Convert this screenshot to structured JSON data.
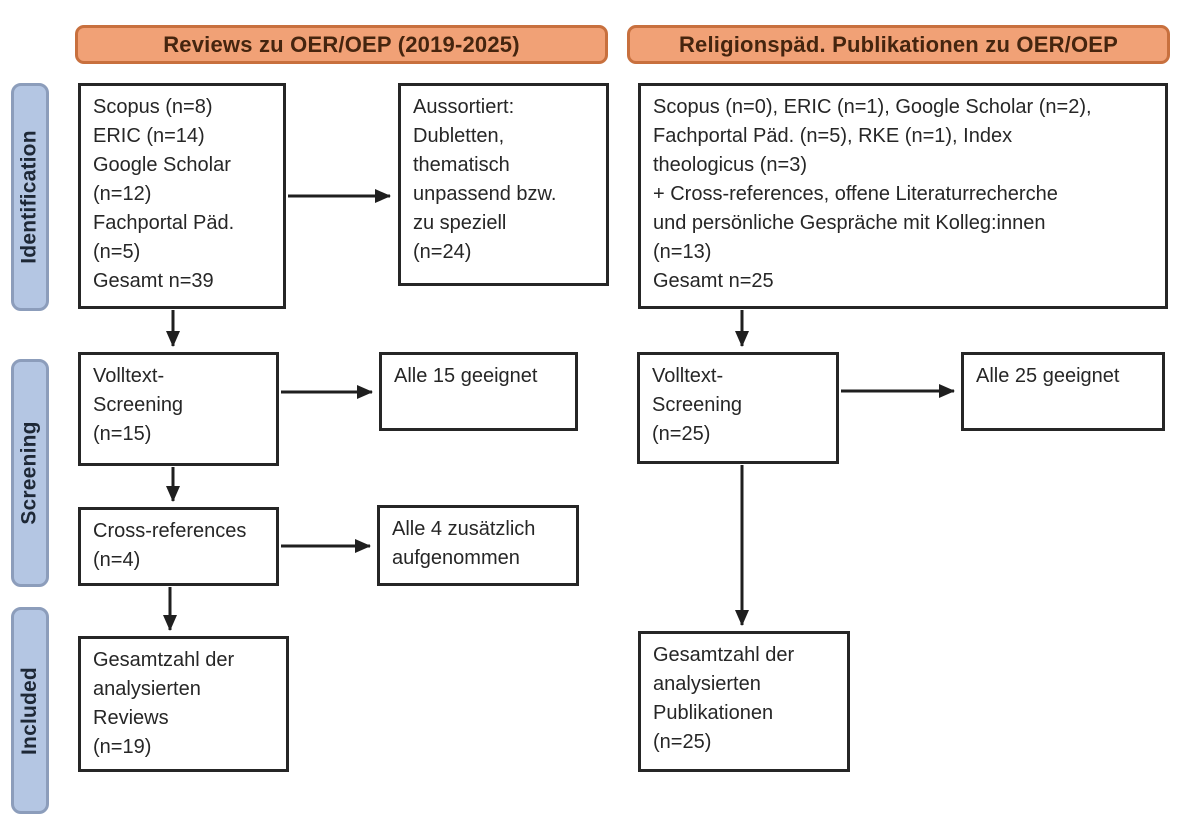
{
  "diagram": {
    "column_headers": {
      "left": "Reviews zu OER/OEP (2019-2025)",
      "right": "Religionspäd. Publikationen zu OER/OEP"
    },
    "stage_labels": [
      "Identification",
      "Screening",
      "Included"
    ],
    "left_column": {
      "sources_box": {
        "lines": [
          "Scopus (n=8)",
          "ERIC (n=14)",
          "Google Scholar",
          "(n=12)",
          "Fachportal Päd.",
          "(n=5)",
          "Gesamt n=39"
        ]
      },
      "excluded_box": {
        "lines": [
          "Aussortiert:",
          "Dubletten,",
          "thematisch",
          "unpassend bzw.",
          "zu speziell",
          "(n=24)"
        ]
      },
      "fulltext_screening_box": {
        "lines": [
          "Volltext-",
          "Screening",
          "(n=15)"
        ]
      },
      "screening_outcome_box": {
        "lines": [
          "Alle 15 geeignet"
        ]
      },
      "cross_references_box": {
        "lines": [
          "Cross-references",
          "(n=4)"
        ]
      },
      "cross_references_outcome_box": {
        "lines": [
          "Alle 4 zusätzlich",
          "aufgenommen"
        ]
      },
      "included_box": {
        "lines": [
          "Gesamtzahl der",
          "analysierten",
          "Reviews",
          "(n=19)"
        ]
      }
    },
    "right_column": {
      "sources_box": {
        "lines": [
          "Scopus (n=0), ERIC (n=1), Google Scholar (n=2),",
          "Fachportal Päd. (n=5), RKE (n=1), Index",
          "theologicus (n=3)",
          "+ Cross-references, offene Literaturrecherche",
          "und persönliche Gespräche mit Kolleg:innen",
          "(n=13)",
          "Gesamt n=25"
        ]
      },
      "fulltext_screening_box": {
        "lines": [
          "Volltext-",
          "Screening",
          "(n=25)"
        ]
      },
      "screening_outcome_box": {
        "lines": [
          "Alle 25 geeignet"
        ]
      },
      "included_box": {
        "lines": [
          "Gesamtzahl der",
          "analysierten",
          "Publikationen",
          "(n=25)"
        ]
      }
    }
  },
  "colors": {
    "header_fill": "#F1A176",
    "header_border": "#C8703E",
    "header_text": "#45250F",
    "stage_fill": "#B4C6E3",
    "stage_border": "#8C9DBB",
    "stage_text": "#1E2836",
    "box_border": "#262626",
    "box_text": "#262626",
    "arrow": "#1F1F1F",
    "background": "#FFFFFF"
  }
}
